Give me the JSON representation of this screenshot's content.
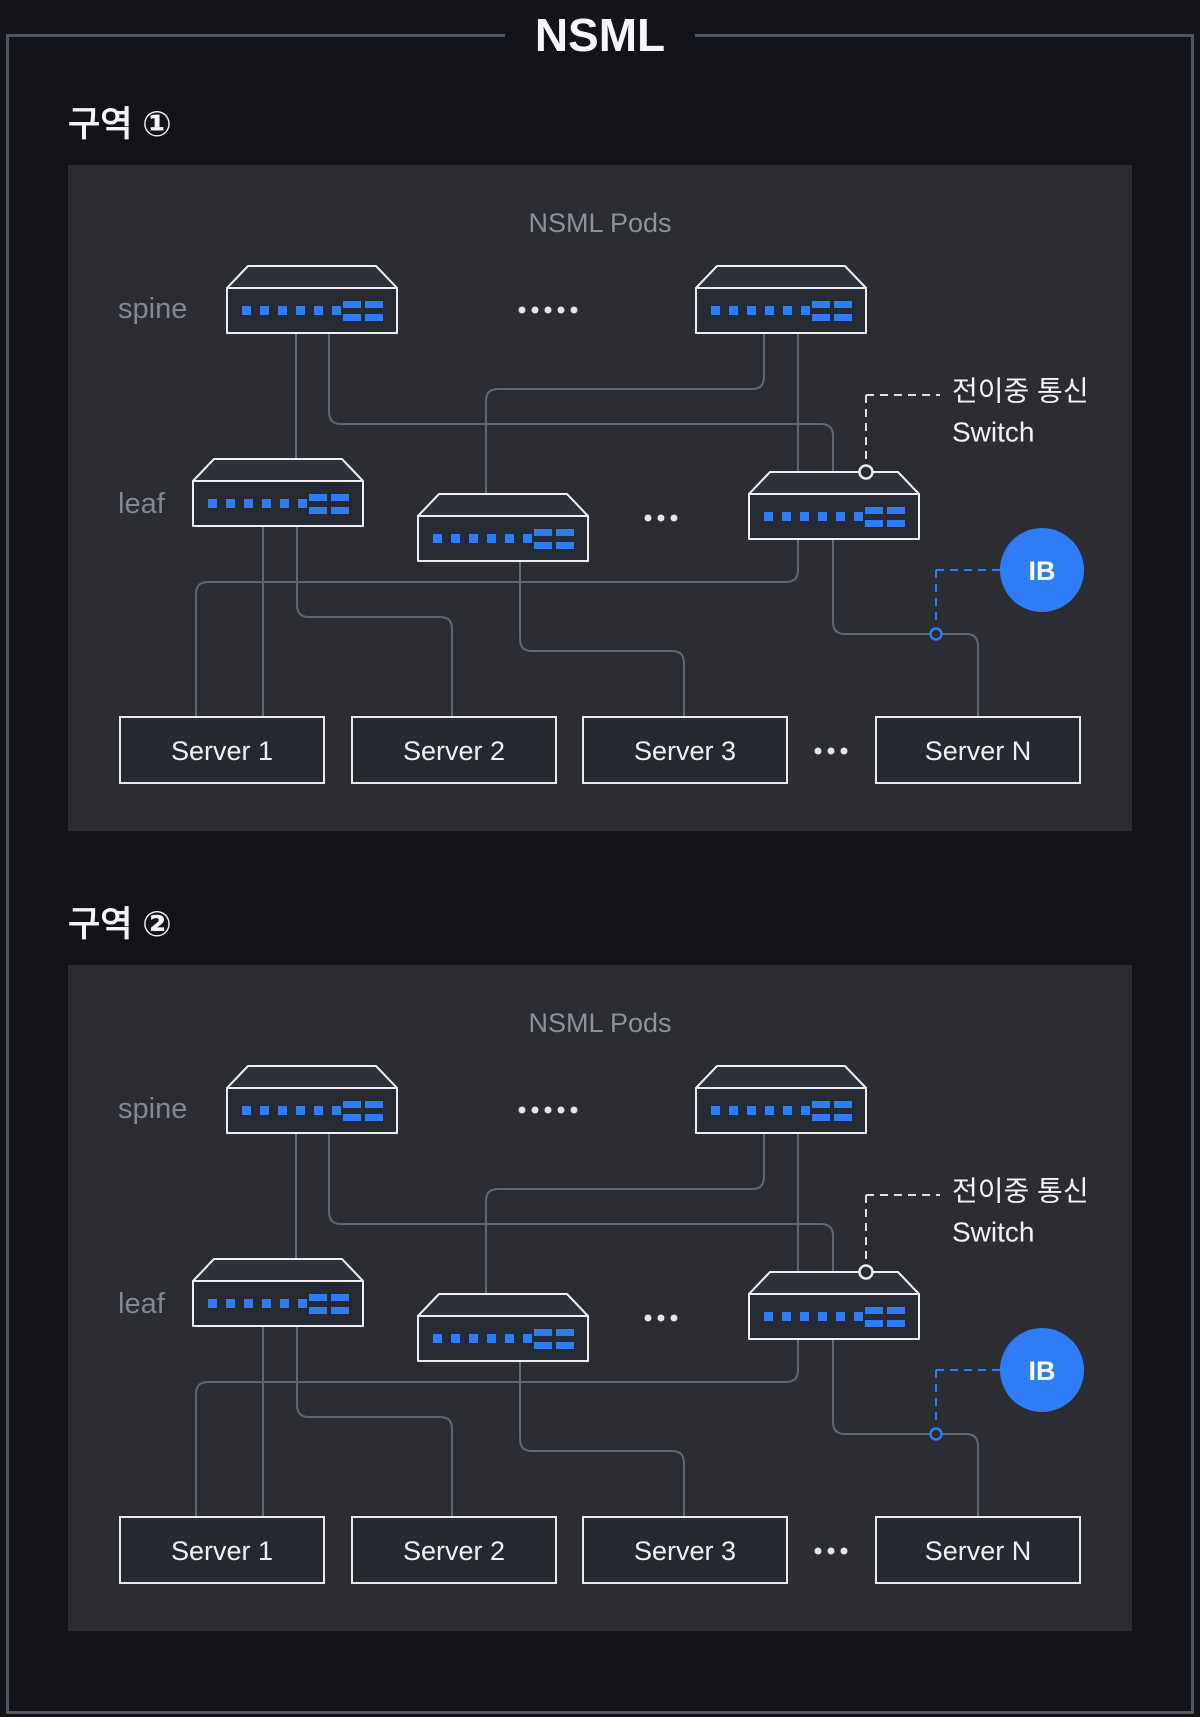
{
  "page": {
    "title": "NSML",
    "background": "#131419",
    "frame_color": "#4d5663",
    "colors": {
      "accent_blue": "#2e7df5",
      "link_line_gray": "#5f6774",
      "panel_background": "#2b2d33",
      "switch_border": "#eceef0"
    }
  },
  "zones": [
    {
      "label": "구역 ①",
      "panel": {
        "title": "NSML Pods",
        "row_labels": {
          "spine": "spine",
          "leaf": "leaf"
        },
        "spine_ellipsis": "·····",
        "leaf_ellipsis": "···",
        "server_ellipsis": "···",
        "annotation": {
          "line1": "전이중 통신",
          "line2": "Switch"
        },
        "ib_badge": "IB",
        "servers": [
          "Server 1",
          "Server 2",
          "Server 3",
          "Server N"
        ]
      }
    },
    {
      "label": "구역 ②",
      "panel": {
        "title": "NSML Pods",
        "row_labels": {
          "spine": "spine",
          "leaf": "leaf"
        },
        "spine_ellipsis": "·····",
        "leaf_ellipsis": "···",
        "server_ellipsis": "···",
        "annotation": {
          "line1": "전이중 통신",
          "line2": "Switch"
        },
        "ib_badge": "IB",
        "servers": [
          "Server 1",
          "Server 2",
          "Server 3",
          "Server N"
        ]
      }
    }
  ]
}
